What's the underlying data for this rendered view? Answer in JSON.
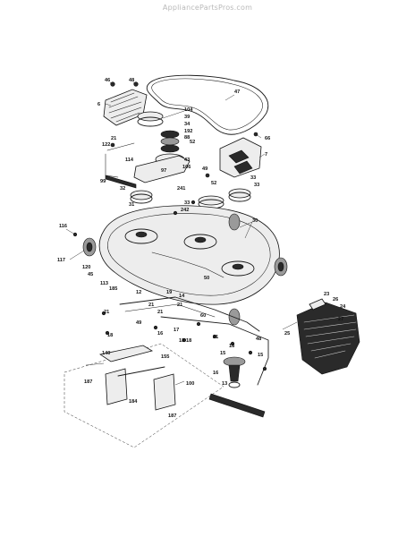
{
  "watermark": "AppliancePartsPros.com",
  "callouts": [
    "46",
    "48",
    "6",
    "104",
    "39",
    "34",
    "192",
    "88",
    "52",
    "47",
    "66",
    "21",
    "122",
    "114",
    "43",
    "97",
    "106",
    "7",
    "49",
    "33",
    "99",
    "32",
    "241",
    "52",
    "33",
    "31",
    "242",
    "33",
    "30",
    "116",
    "117",
    "120",
    "45",
    "185",
    "113",
    "12",
    "19",
    "14",
    "50",
    "60",
    "21",
    "21",
    "21",
    "49",
    "21",
    "16",
    "17",
    "18",
    "23",
    "26",
    "24",
    "27",
    "25",
    "18",
    "18",
    "21",
    "18",
    "15",
    "48",
    "16",
    "15",
    "13",
    "140",
    "187",
    "184",
    "155",
    "100",
    "187"
  ]
}
